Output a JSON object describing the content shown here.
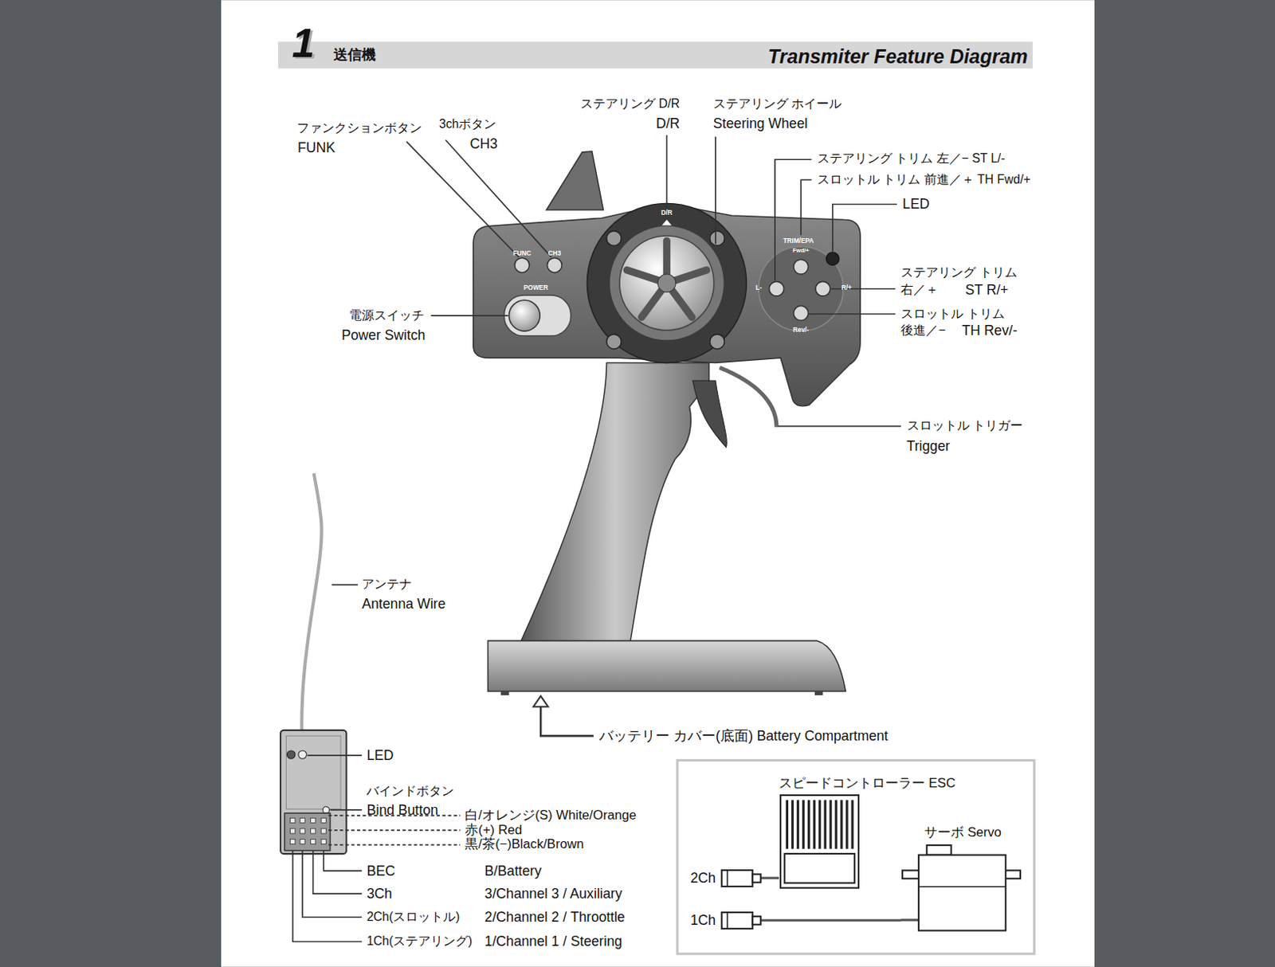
{
  "diagram": {
    "title": "Transmiter Feature Diagram",
    "nodes": [
      {
        "text": [
          "スピードコントローラー ESC"
        ]
      },
      {
        "text": [
          "サーボ Servo"
        ]
      },
      {
        "text": [
          "2Ch"
        ]
      },
      {
        "text": [
          "1Ch"
        ]
      }
    ],
    "edges": [
      {
        "from": 2,
        "to": 0,
        "arrow": "none"
      },
      {
        "from": 3,
        "to": 1,
        "arrow": "none"
      }
    ],
    "labels": [
      "1",
      "送信機",
      "ファンクションボタン",
      "FUNK",
      "3chボタン",
      "CH3",
      "ステアリング D/R",
      "D/R",
      "ステアリング ホイール",
      "Steering Wheel",
      "ステアリング トリム 左／− ST L/-",
      "スロットル トリム 前進／＋ TH Fwd/+",
      "LED",
      "ステアリング トリム",
      "右／＋",
      "ST R/+",
      "スロットル トリム",
      "後進／−",
      "TH Rev/-",
      "電源スイッチ",
      "Power Switch",
      "スロットル トリガー",
      "Trigger",
      "アンテナ",
      "Antenna Wire",
      "バッテリー カバー(底面) Battery Compartment",
      "LED",
      "バインドボタン",
      "Bind Button",
      "白/オレンジ(S) White/Orange",
      "赤(+) Red",
      "黒/茶(−)Black/Brown",
      "BEC",
      "B/Battery",
      "3Ch",
      "3/Channel 3 / Auxiliary",
      "2Ch(スロットル)",
      "2/Channel 2 / Throottle",
      "1Ch(ステアリング)",
      "1/Channel 1 / Steering",
      "FUNC",
      "CH3",
      "POWER",
      "D/R",
      "TRIM/EPA",
      "Fwd/+",
      "L-",
      "R/+",
      "Rev/-"
    ]
  }
}
